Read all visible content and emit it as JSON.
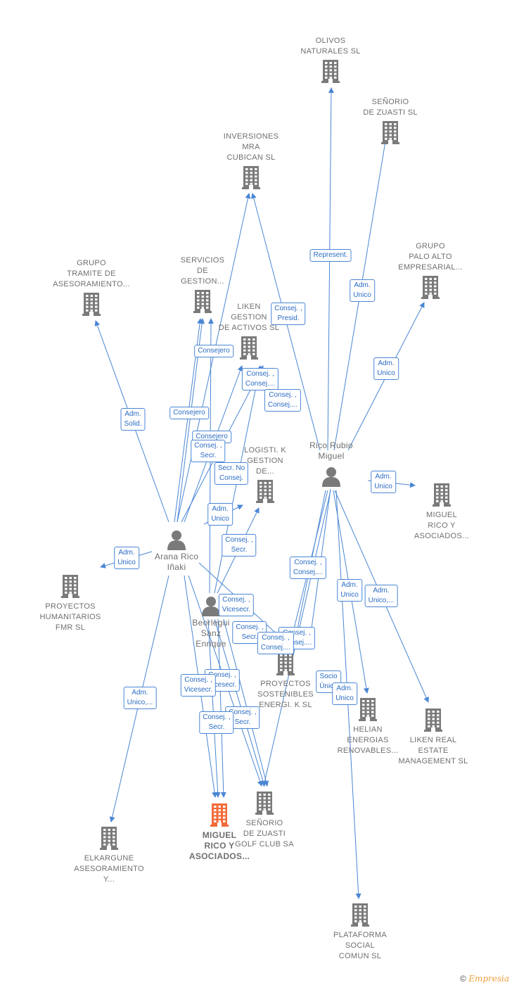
{
  "companies": [
    {
      "id": "olivos",
      "label": "OLIVOS\nNATURALES SL"
    },
    {
      "id": "senorio_zuasti",
      "label": "SEÑORIO\nDE ZUASTI  SL"
    },
    {
      "id": "inversiones",
      "label": "INVERSIONES\nMRA\nCUBICAN SL"
    },
    {
      "id": "grupo_palo",
      "label": "GRUPO\nPALO ALTO\nEMPRESARIAL..."
    },
    {
      "id": "grupo_tramite",
      "label": "GRUPO\nTRAMITE DE\nASESORAMIENTO..."
    },
    {
      "id": "servicios",
      "label": "SERVICIOS\nDE\nGESTION..."
    },
    {
      "id": "liken_gestion",
      "label": "LIKEN\nGESTION\nDE ACTIVOS SL"
    },
    {
      "id": "logisti",
      "label": "LOGISTI.  K\nGESTION\nDE..."
    },
    {
      "id": "miguel_rico_asoc_right",
      "label": "MIGUEL\nRICO Y\nASOCIADOS..."
    },
    {
      "id": "proyectos_hum",
      "label": "PROYECTOS\nHUMANITARIOS\nFMR SL"
    },
    {
      "id": "proyectos_sost",
      "label": "PROYECTOS\nSOSTENIBLES\nENERGI.  K  SL"
    },
    {
      "id": "helian",
      "label": "HELIAN\nENERGIAS\nRENOVABLES..."
    },
    {
      "id": "liken_real",
      "label": "LIKEN REAL\nESTATE\nMANAGEMENT SL"
    },
    {
      "id": "miguel_rico_main",
      "label": "MIGUEL\nRICO Y\nASOCIADOS..."
    },
    {
      "id": "senorio_golf",
      "label": "SEÑORIO\nDE ZUASTI\nGOLF CLUB SA"
    },
    {
      "id": "elkargune",
      "label": "ELKARGUNE\nASESORAMIENTO\nY..."
    },
    {
      "id": "plataforma",
      "label": "PLATAFORMA\nSOCIAL\nCOMUN SL"
    }
  ],
  "persons": [
    {
      "id": "rico_rubio",
      "label": "Rico Rubio\nMiguel"
    },
    {
      "id": "arana",
      "label": "Arana Rico\nIñaki"
    },
    {
      "id": "beorlegui",
      "label": "Beorlegui\nSanz\nEnrique"
    }
  ],
  "relations": [
    {
      "id": "r1",
      "label": "Represent."
    },
    {
      "id": "r2",
      "label": "Adm.\nUnico"
    },
    {
      "id": "r3",
      "label": "Consej. ,\nPresid."
    },
    {
      "id": "r4",
      "label": "Adm.\nUnico"
    },
    {
      "id": "r5",
      "label": "Consejero"
    },
    {
      "id": "r6",
      "label": "Consej. ,\nConsej...."
    },
    {
      "id": "r7",
      "label": "Consej. ,\nConsej...."
    },
    {
      "id": "r8",
      "label": "Adm.\nSolid."
    },
    {
      "id": "r9",
      "label": "Consejero"
    },
    {
      "id": "r10",
      "label": "Consejero"
    },
    {
      "id": "r11",
      "label": "Consej. ,\nSecr."
    },
    {
      "id": "r12",
      "label": "Secr.  No\nConsej."
    },
    {
      "id": "r13",
      "label": "Adm.\nUnico"
    },
    {
      "id": "r14",
      "label": "Adm.\nUnico"
    },
    {
      "id": "r15",
      "label": "Adm.\nUnico"
    },
    {
      "id": "r16",
      "label": "Consej. ,\nSecr."
    },
    {
      "id": "r17",
      "label": "Consej. ,\nConsej...."
    },
    {
      "id": "r18",
      "label": "Adm.\nUnico"
    },
    {
      "id": "r19",
      "label": "Adm.\nUnico,..."
    },
    {
      "id": "r20",
      "label": "Consej. ,\nVicesecr."
    },
    {
      "id": "r21",
      "label": "Consej. ,\nSecr."
    },
    {
      "id": "r22",
      "label": "Consej. ,\nConsej...."
    },
    {
      "id": "r23",
      "label": "Consej. ,\nConsej...."
    },
    {
      "id": "r24",
      "label": "Socio\nÚnico"
    },
    {
      "id": "r25",
      "label": "Adm.\nUnico"
    },
    {
      "id": "r26",
      "label": "Adm.\nUnico,..."
    },
    {
      "id": "r27",
      "label": "Consej. ,\nVicesecr."
    },
    {
      "id": "r28",
      "label": "Consej. ,\nVicesecr."
    },
    {
      "id": "r29",
      "label": "Consej. ,\nSecr."
    },
    {
      "id": "r30",
      "label": "Consej. ,\nSecr."
    }
  ],
  "colors": {
    "edge": "#4a86d4",
    "building": "#7a7a7a",
    "building_main": "#f26b3a",
    "person": "#7a7a7a",
    "label": "#6f6f6f"
  },
  "footer": {
    "copyright": "©",
    "brand": "Empresia"
  }
}
